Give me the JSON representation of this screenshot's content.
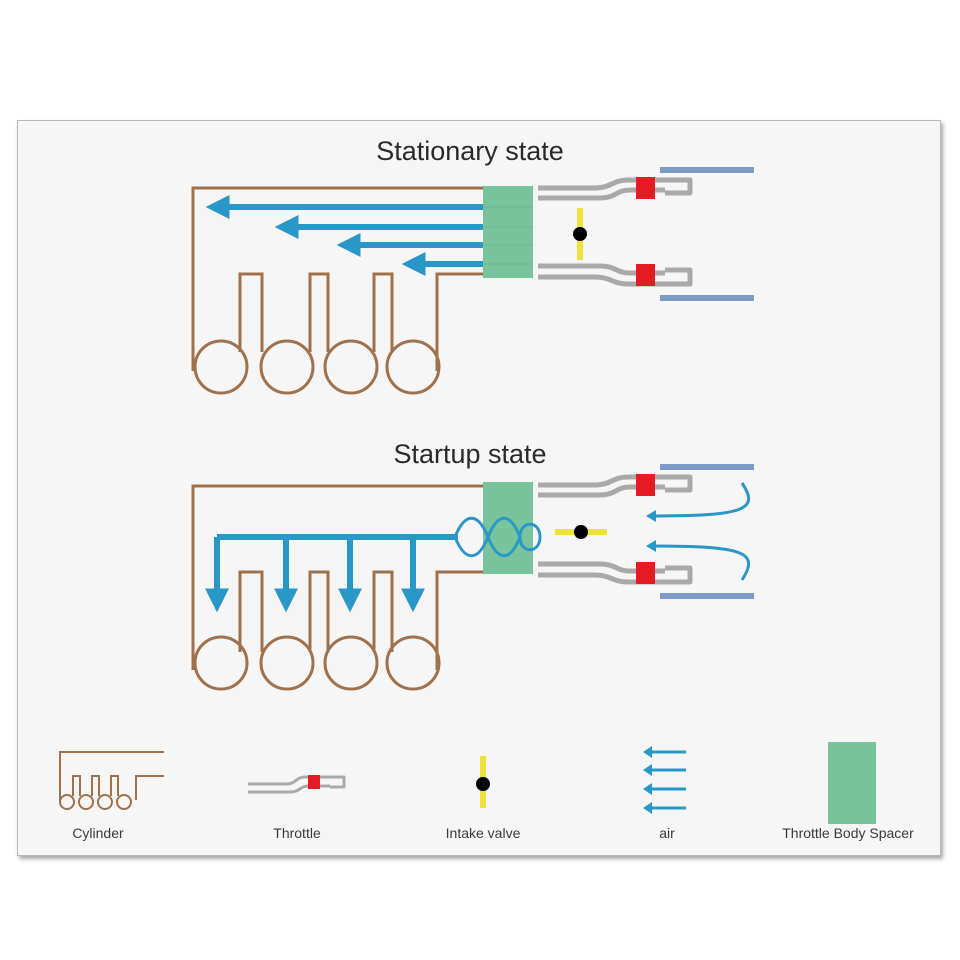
{
  "titles": {
    "stationary": "Stationary state",
    "startup": "Startup state"
  },
  "legend": {
    "cylinder": "Cylinder",
    "throttle": "Throttle",
    "intake_valve": "Intake valve",
    "air": "air",
    "spacer": "Throttle Body Spacer"
  },
  "colors": {
    "cylinder": "#a0714a",
    "air": "#2a97c9",
    "spacer": "#79c49c",
    "throttle_pipe": "#a9a9a9",
    "throttle_band": "#e51b23",
    "valve": "#ede33b",
    "plate": "#7f99c9"
  }
}
